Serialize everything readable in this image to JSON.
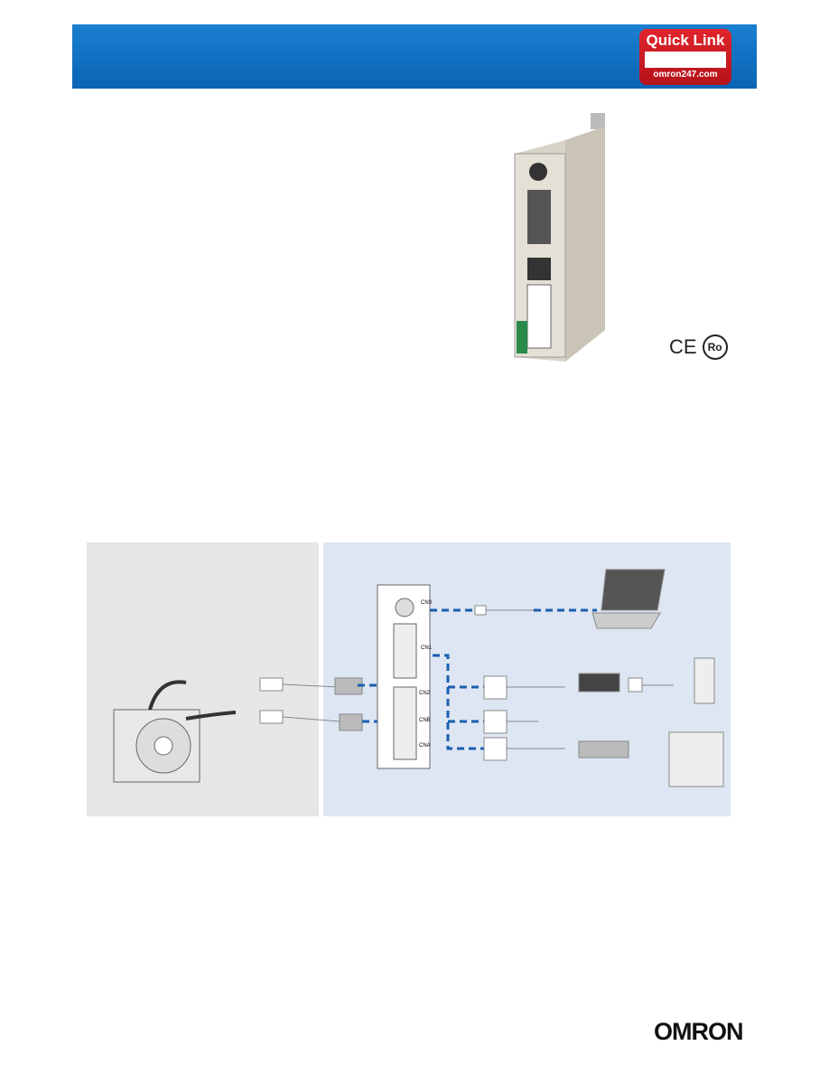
{
  "quick_link": {
    "title": "Quick Link",
    "url": "omron247.com"
  },
  "certifications": {
    "ce": "CE",
    "rohs": "Ro"
  },
  "diagram": {
    "connectors": [
      "CN3",
      "CN1",
      "CN2",
      "CNB",
      "CNA"
    ]
  },
  "footer": {
    "logo": "OMRON"
  },
  "colors": {
    "banner": "#0a6ec0",
    "quick_link": "#d01c24",
    "diagram_left": "#e6e6e6",
    "diagram_right": "#dde6f2",
    "dash": "#1a5fb0"
  }
}
